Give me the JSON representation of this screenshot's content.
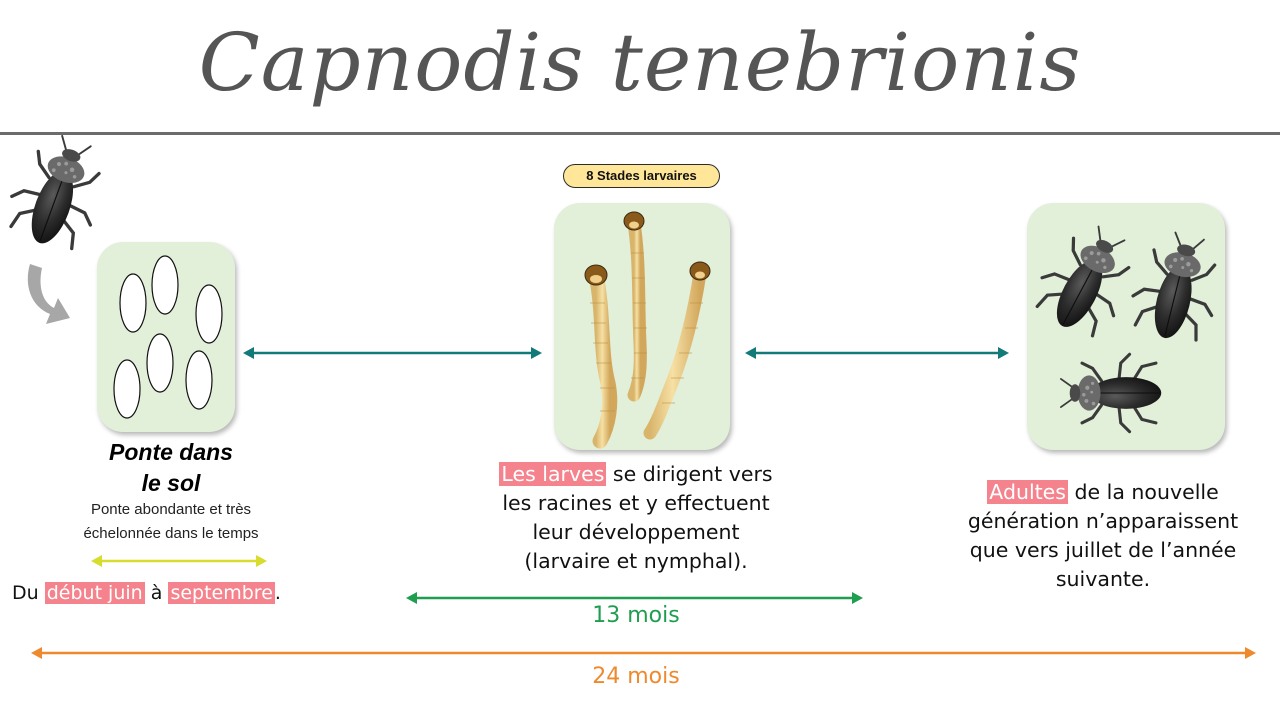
{
  "title": "Capnodis tenebrionis",
  "egg_stage": {
    "title_line1": "Ponte dans",
    "title_line2": "le sol",
    "description_line1": "Ponte abondante et très",
    "description_line2": "échelonnée dans le temps",
    "period_prefix": "Du ",
    "period_start": "début  juin",
    "period_middle": " à ",
    "period_end": "septembre",
    "period_suffix": "."
  },
  "larval_stage": {
    "badge": "8 Stades larvaires",
    "highlight": "Les larves",
    "line1_rest": " se dirigent vers",
    "line2": "les racines et y effectuent",
    "line3": "leur développement",
    "line4": "(larvaire et nymphal)."
  },
  "adult_stage": {
    "highlight": "Adultes",
    "line1_rest": " de la nouvelle",
    "line2": "génération n’apparaissent",
    "line3": "que vers juillet de l’année",
    "line4": "suivante."
  },
  "durations": {
    "larval_period": "13 mois",
    "full_cycle": "24 mois"
  },
  "colors": {
    "highlight": "#f4838d",
    "teal_arrow": "#127a78",
    "green_arrow": "#1f9e50",
    "orange_arrow": "#ee8a2d",
    "yellow_arrow": "#d8dc2e",
    "card_bg": "#e2efd9",
    "badge_bg": "#ffe699"
  },
  "icons": [
    "beetle-icon",
    "curved-arrow-icon",
    "egg-icon",
    "larva-icon"
  ]
}
